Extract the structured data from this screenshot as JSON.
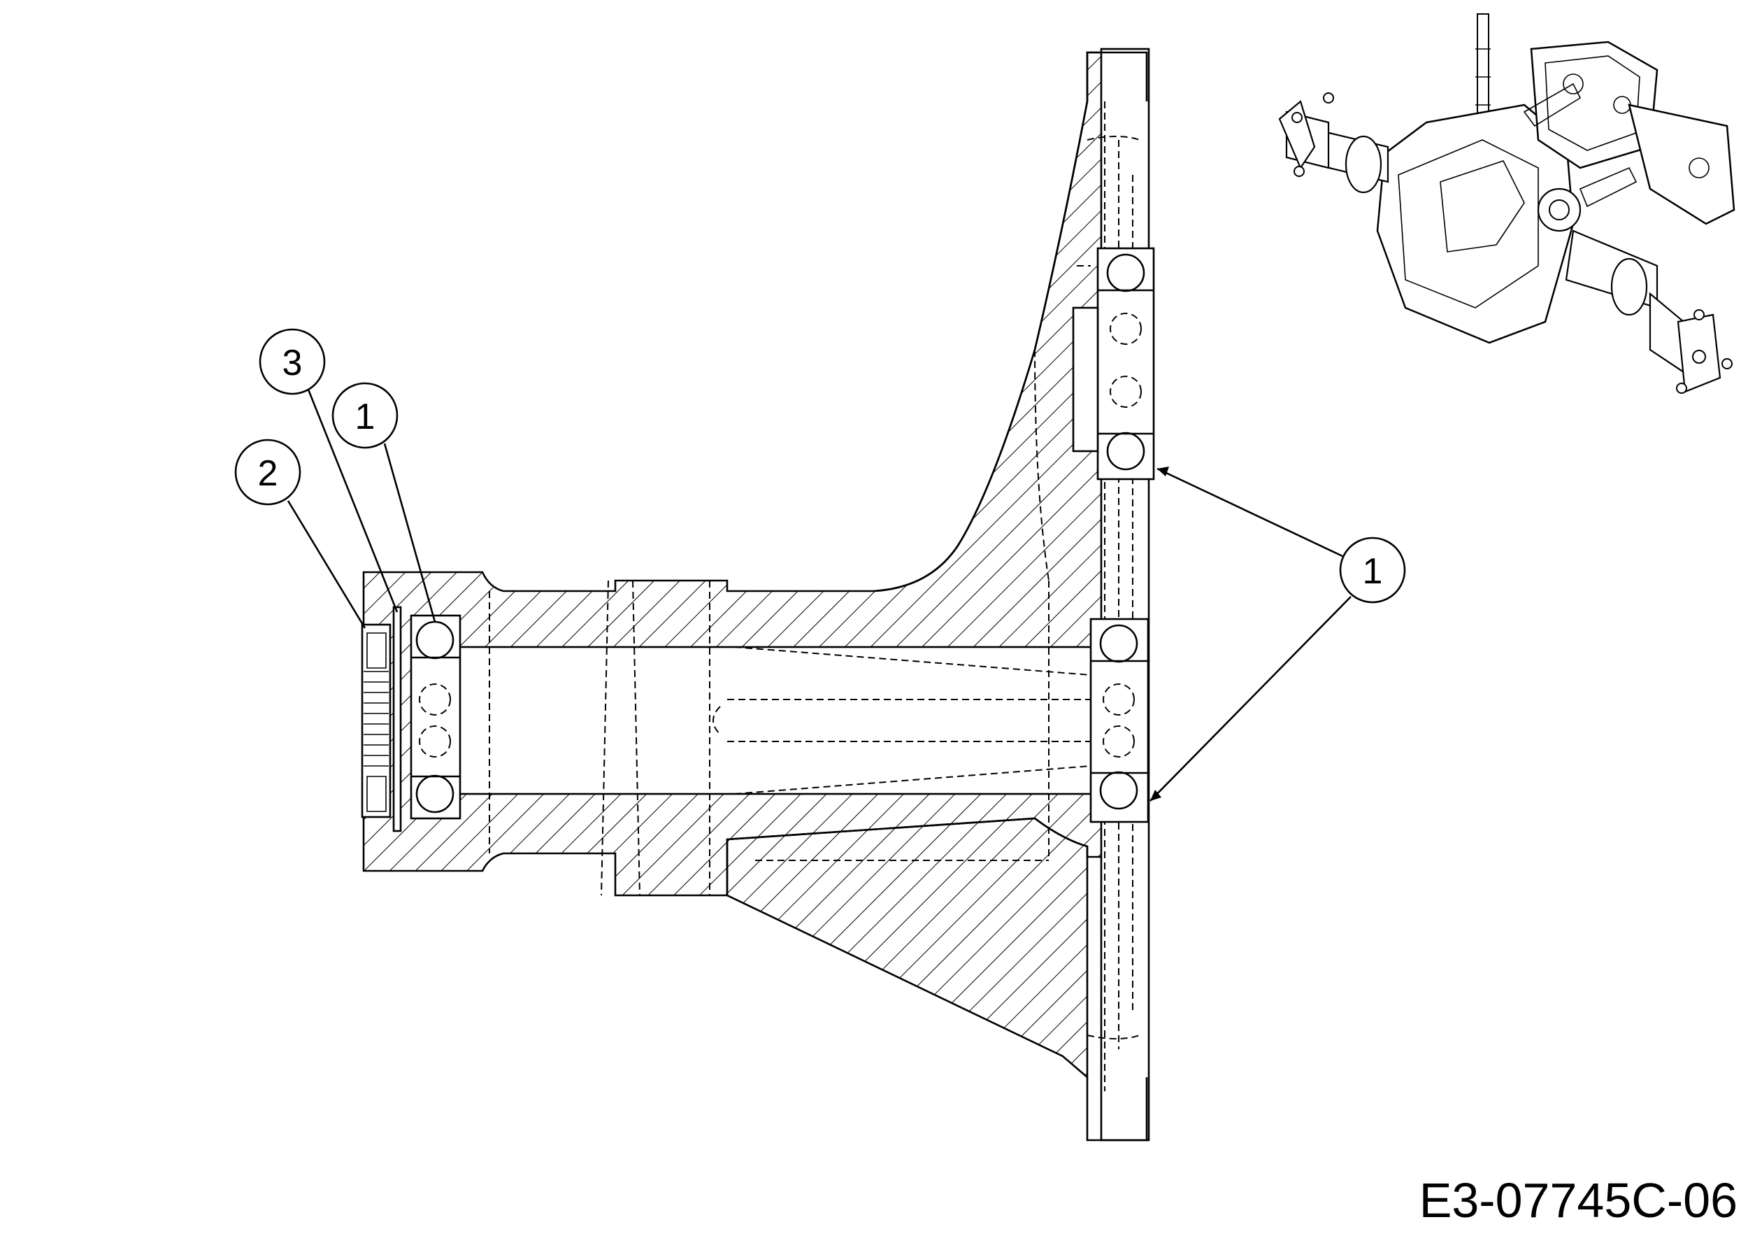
{
  "callouts": [
    {
      "id": "callout-3",
      "label": "3"
    },
    {
      "id": "callout-1a",
      "label": "1"
    },
    {
      "id": "callout-2",
      "label": "2"
    },
    {
      "id": "callout-1b",
      "label": "1"
    }
  ],
  "drawing_code": "E3-07745C-06",
  "thumbnail": {
    "description_icon": "transaxle-assembly-icon"
  }
}
